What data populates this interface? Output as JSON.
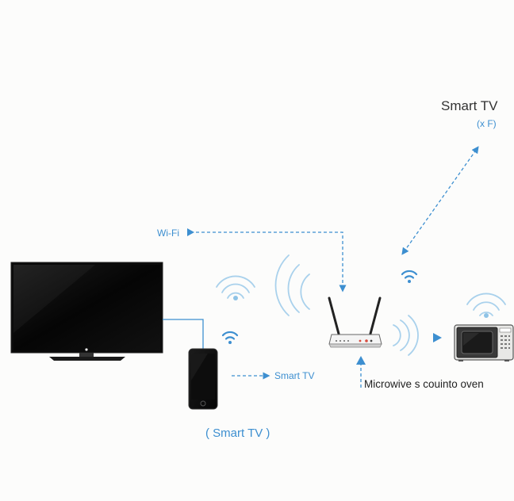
{
  "labels": {
    "smart_tv_top": "Smart TV",
    "smart_tv_top_sub": "(x F)",
    "wifi": "Wi-Fi",
    "smart_tv_phone": "Smart TV",
    "microwave": "Microwive s couinto oven",
    "smart_tv_bottom": "( Smart TV )"
  },
  "colors": {
    "accent": "#3d8fd0",
    "accent_light": "#a9d1ec",
    "text_dark": "#333333",
    "device_dark": "#111111"
  },
  "icons": [
    "tv-icon",
    "smartphone-icon",
    "router-icon",
    "microwave-icon",
    "wifi-icon"
  ]
}
